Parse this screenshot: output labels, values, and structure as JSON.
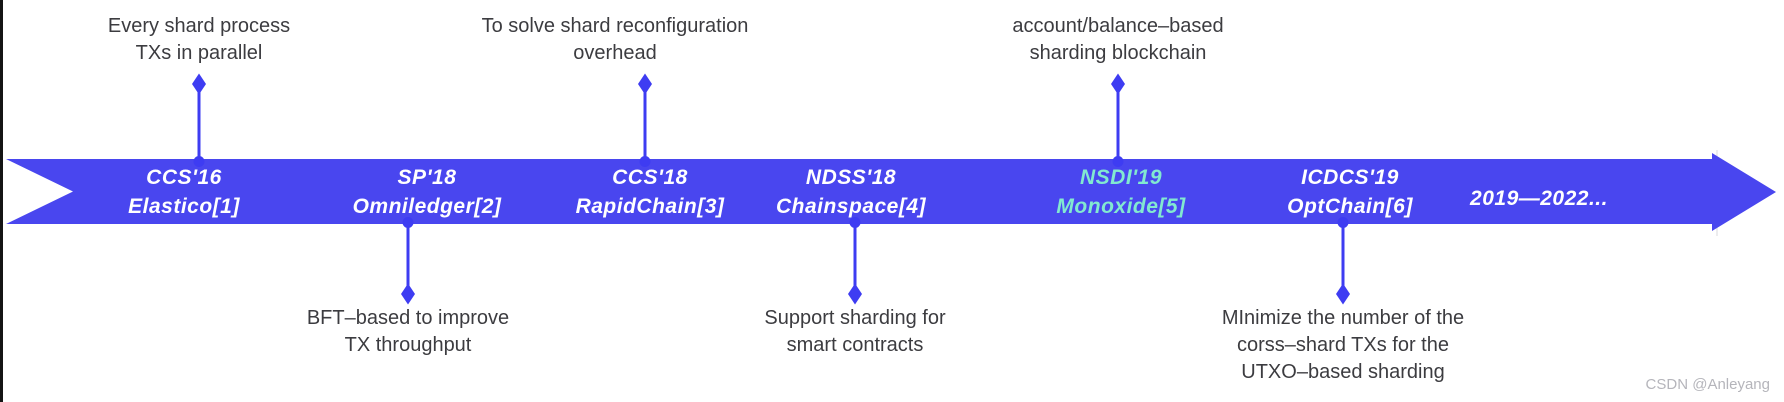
{
  "colors": {
    "arrow_blue": "#4946ef",
    "connector_blue": "#3e3cf2",
    "milestone_text": "#ffffff",
    "highlight_text": "#82e9d0",
    "annotation_text": "#3c3c40",
    "watermark_text": "#b5b5bb",
    "left_edge_line": "#141414"
  },
  "timeline": {
    "milestones": [
      {
        "venue": "CCS'16",
        "system": "Elastico[1]"
      },
      {
        "venue": "SP'18",
        "system": "Omniledger[2]"
      },
      {
        "venue": "CCS'18",
        "system": "RapidChain[3]"
      },
      {
        "venue": "NDSS'18",
        "system": "Chainspace[4]"
      },
      {
        "venue": "NSDI'19",
        "system": "Monoxide[5]",
        "highlight": true
      },
      {
        "venue": "ICDCS'19",
        "system": "OptChain[6]"
      },
      {
        "venue": "2019—2022..."
      }
    ],
    "annotations_top": [
      {
        "lines": [
          "Every shard process",
          "TXs in parallel"
        ]
      },
      {
        "lines": [
          "To solve shard reconfiguration",
          "overhead"
        ]
      },
      {
        "lines": [
          "account/balance–based",
          "sharding blockchain"
        ]
      }
    ],
    "annotations_bottom": [
      {
        "lines": [
          "BFT–based to improve",
          "TX throughput"
        ]
      },
      {
        "lines": [
          "Support sharding for",
          "smart contracts"
        ]
      },
      {
        "lines": [
          "MInimize the number of the",
          "corss–shard TXs for the",
          "UTXO–based sharding"
        ]
      }
    ]
  },
  "watermark": "CSDN @Anleyang"
}
